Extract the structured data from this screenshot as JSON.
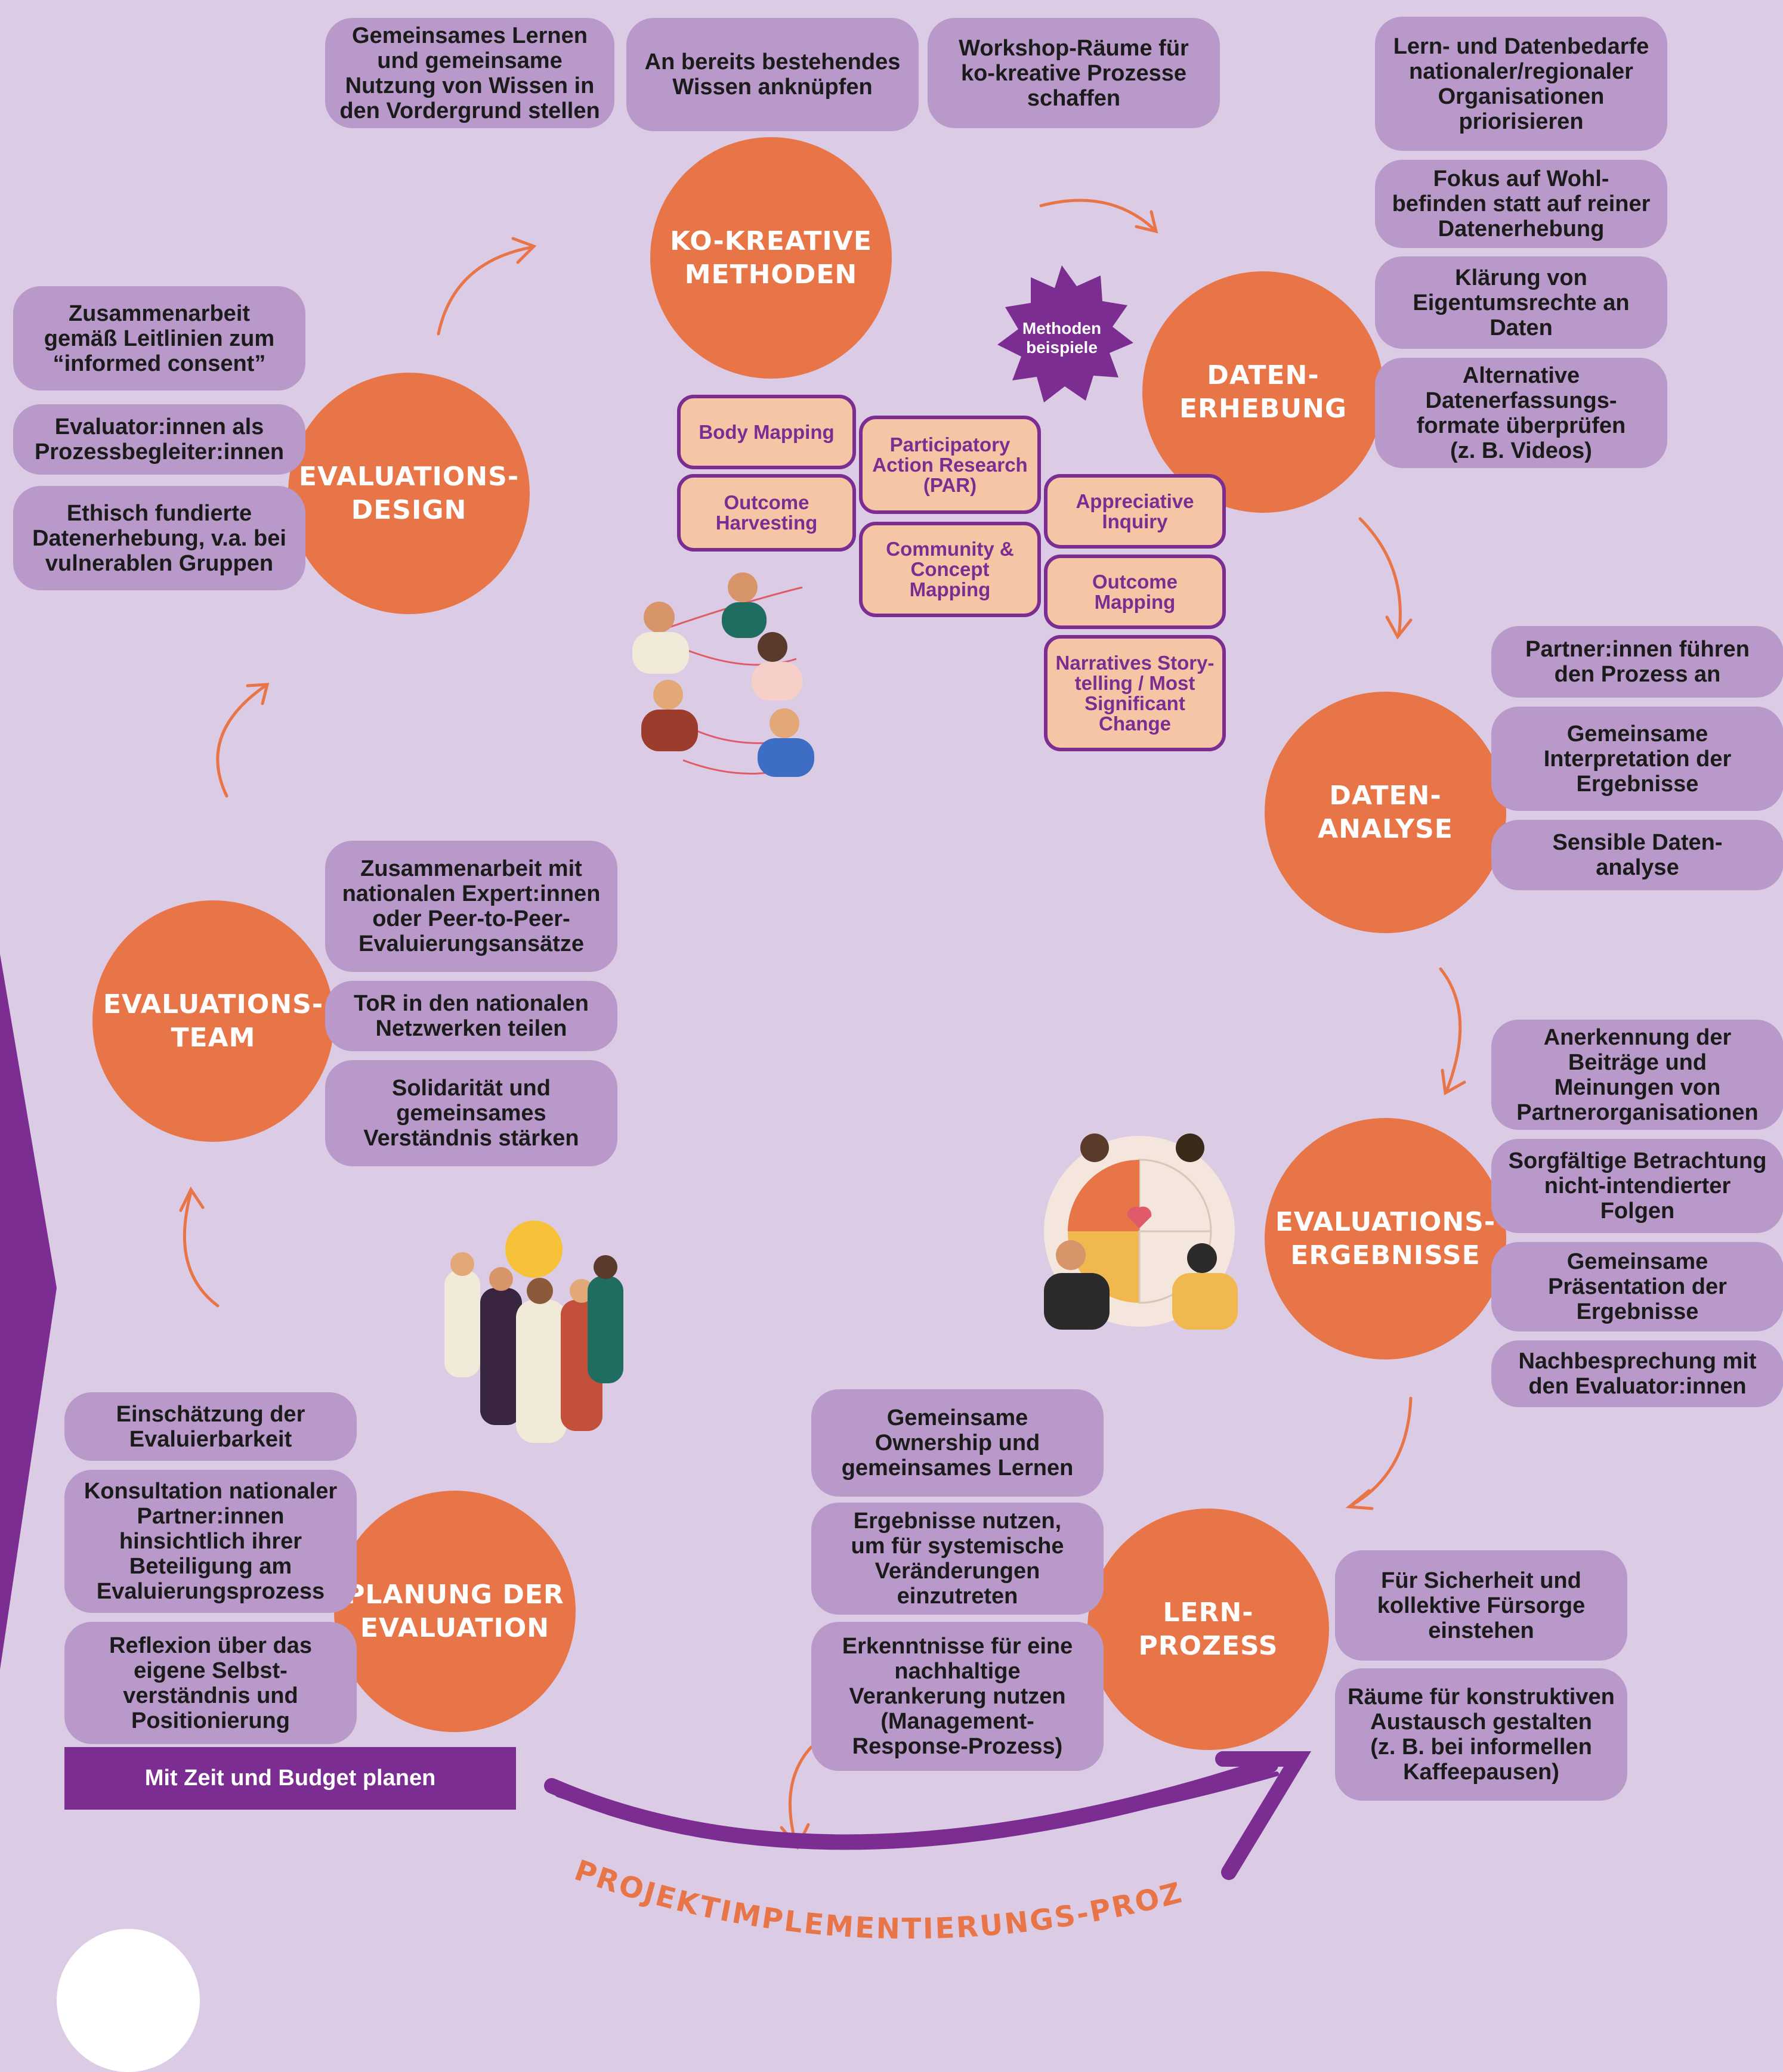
{
  "stages": {
    "ko_kreative": "KO-KREATIVE\nMETHODEN",
    "daten_erhebung": "DATEN-\nERHEBUNG",
    "daten_analyse": "DATEN-\nANALYSE",
    "eval_ergebnisse": "EVALUATIONS-\nERGEBNISSE",
    "lern_prozess": "LERN-\nPROZESS",
    "planung": "PLANUNG DER\nEVALUATION",
    "eval_team": "EVALUATIONS-\nTEAM",
    "eval_design": "EVALUATIONS-\nDESIGN"
  },
  "ko_kreative_items": [
    "Gemeinsames Lernen\nund  gemeinsame\nNutzung von Wissen in\nden Vordergrund stellen",
    "An bereits bestehendes\nWissen anknüpfen",
    "Workshop-Räume für\nko-kreative Prozesse\nschaffen"
  ],
  "daten_erhebung_items": [
    "Lern- und Datenbedarfe\nnationaler/regionaler\nOrganisationen\npriorisieren",
    "Fokus auf Wohl-\nbefinden statt auf reiner\nDatenerhebung",
    "Klärung von\nEigentumsrechte an\nDaten",
    "Alternative\nDatenerfassungs-\nformate überprüfen\n(z. B. Videos)"
  ],
  "daten_analyse_items": [
    "Partner:innen führen\nden Prozess an",
    "Gemeinsame\nInterpretation der\nErgebnisse",
    "Sensible Daten-\nanalyse"
  ],
  "eval_ergebnisse_items": [
    "Anerkennung der\nBeiträge und\nMeinungen von\nPartnerorganisationen",
    "Sorgfältige Betrachtung\nnicht-intendierter\nFolgen",
    "Gemeinsame\nPräsentation der\nErgebnisse",
    "Nachbesprechung mit\nden Evaluator:innen"
  ],
  "lern_prozess_left_items": [
    "Gemeinsame\nOwnership und\ngemeinsames Lernen",
    "Ergebnisse nutzen,\num für systemische\nVeränderungen\neinzutreten",
    "Erkenntnisse für eine\nnachhaltige\nVerankerung nutzen\n(Management-\nResponse-Prozess)"
  ],
  "lern_prozess_right_items": [
    "Für Sicherheit und\nkollektive Fürsorge\neinstehen",
    "Räume für konstruktiven\nAustausch gestalten\n(z. B. bei informellen\nKaffeepausen)"
  ],
  "planung_items": [
    "Einschätzung der\nEvaluierbarkeit",
    "Konsultation nationaler\nPartner:innen\nhinsichtlich ihrer\nBeteiligung am\nEvaluierungsprozess",
    "Reflexion über das\neigene  Selbst-\nverständnis und\nPositionierung"
  ],
  "planung_banner": "Mit Zeit und Budget planen",
  "eval_team_items": [
    "Zusammenarbeit mit\nnationalen Expert:innen\noder Peer-to-Peer-\nEvaluierungsansätze",
    "ToR in den nationalen\nNetzwerken teilen",
    "Solidarität und\ngemeinsames\nVerständnis stärken"
  ],
  "eval_design_items": [
    "Zusammenarbeit\ngemäß Leitlinien zum\n“informed consent”",
    "Evaluator:innen als\nProzessbegleiter:innen",
    "Ethisch fundierte\nDatenerhebung, v.a. bei\nvulnerablen Gruppen"
  ],
  "methods_badge": "Methoden\nbeispiele",
  "methods": [
    "Body Mapping",
    "Outcome\nHarvesting",
    "Participatory\nAction Research\n(PAR)",
    "Community &\nConcept\nMapping",
    "Appreciative\nInquiry",
    "Outcome\nMapping",
    "Narratives Story-\ntelling / Most\nSignificant\nChange"
  ],
  "process_label": "PROJEKTIMPLEMENTIERUNGS-PROZESS",
  "colors": {
    "background": "#dccbe4",
    "circle": "#e87547",
    "pill": "#b899c9",
    "purple": "#7b2d91",
    "method_fill": "#f5c6a6"
  }
}
